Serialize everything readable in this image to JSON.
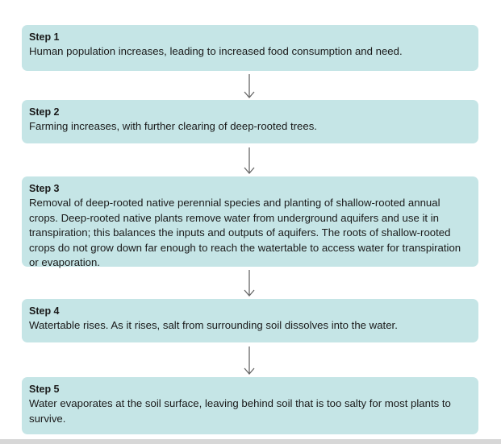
{
  "steps": [
    {
      "title": "Step 1",
      "text": "Human population increases, leading to increased food consumption and need."
    },
    {
      "title": "Step 2",
      "text": "Farming increases, with further clearing of deep-rooted trees."
    },
    {
      "title": "Step 3",
      "text": "Removal of deep-rooted native perennial species and planting of shallow-rooted annual crops. Deep-rooted native plants remove water from underground aquifers and use it in transpiration; this balances the inputs and outputs of aquifers. The roots of shallow-rooted crops do not grow down far enough to reach the watertable to access water for transpiration or evaporation."
    },
    {
      "title": "Step 4",
      "text": "Watertable rises. As it rises, salt from surrounding soil dissolves into the water."
    },
    {
      "title": "Step 5",
      "text": "Water evaporates at the soil surface, leaving behind soil that is too salty for most plants to survive."
    }
  ],
  "colors": {
    "box_fill": "#c5e5e6",
    "arrow": "#666666",
    "text": "#1a1a1a"
  }
}
